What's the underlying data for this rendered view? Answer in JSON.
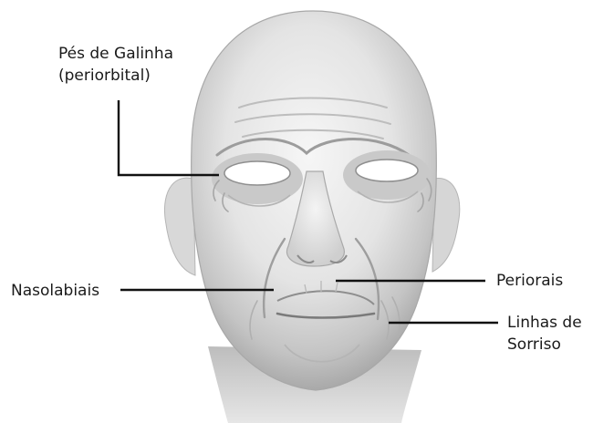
{
  "diagram": {
    "subject": "3D aged male face model with annotated facial wrinkle regions",
    "labels": {
      "crows_feet": {
        "line1": "Pés de Galinha",
        "line2": "(periorbital)"
      },
      "nasolabial": "Nasolabiais",
      "perioral": "Periorais",
      "smile_lines": {
        "line1": "Linhas de",
        "line2": "Sorriso"
      }
    },
    "colors": {
      "background": "#ffffff",
      "skin_light": "#f1f1f1",
      "skin_shadow": "#b9b9b9",
      "leader_line": "#111111",
      "label_text": "#1a1a1a"
    }
  }
}
